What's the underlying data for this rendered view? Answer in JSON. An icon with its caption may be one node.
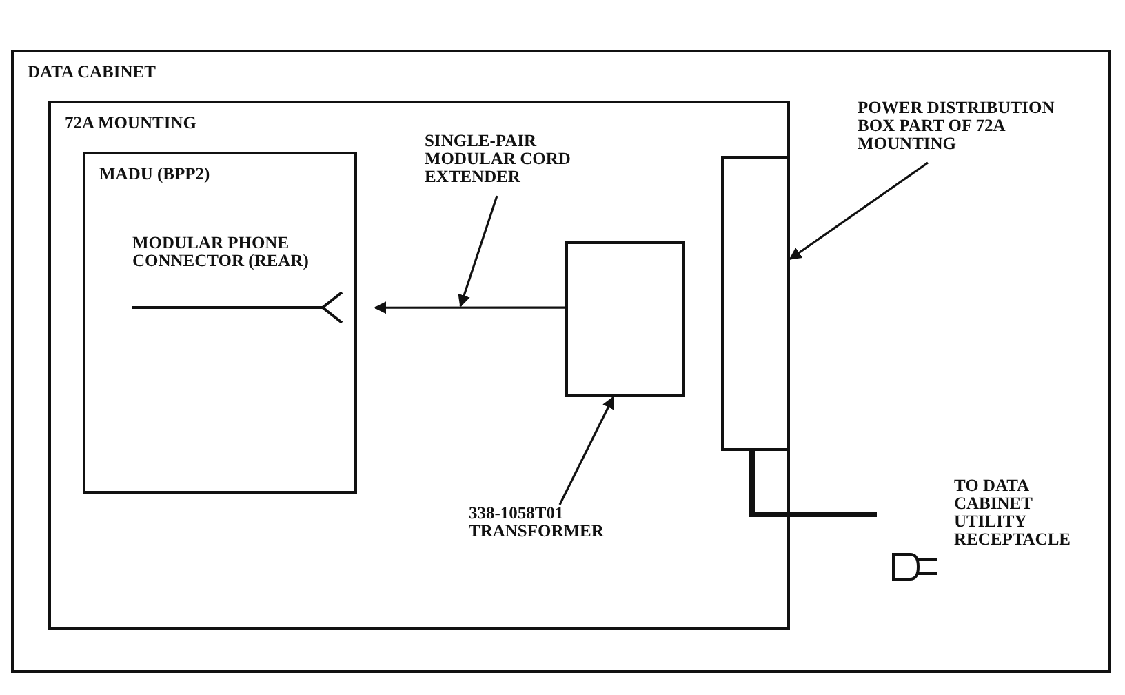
{
  "diagram": {
    "nodes": [
      {
        "text": [
          "DATA CABINET"
        ]
      },
      {
        "text": [
          "72A MOUNTING"
        ],
        "in": 0
      },
      {
        "text": [
          "MADU (BPP2)"
        ],
        "in": 1
      },
      {
        "text": [
          "MODULAR PHONE CONNECTOR (REAR)"
        ],
        "in": 2
      },
      {
        "text": [
          "SINGLE-PAIR MODULAR CORD EXTENDER"
        ],
        "in": 1
      },
      {
        "text": [],
        "shape": "box",
        "in": 1
      },
      {
        "text": [
          "338-1058T01 TRANSFORMER"
        ],
        "in": 1
      },
      {
        "text": [],
        "shape": "box",
        "in": 1
      },
      {
        "text": [
          "POWER DISTRIBUTION BOX PART OF 72A MOUNTING"
        ],
        "in": 0
      },
      {
        "text": [],
        "shape": "picture",
        "in": 0
      },
      {
        "text": [
          "TO DATA CABINET UTILITY RECEPTACLE"
        ],
        "in": 0
      }
    ],
    "edges": [
      {
        "from": 5,
        "to": 3,
        "arrow": "to"
      },
      {
        "from": 4,
        "to": null,
        "arrow": "to"
      },
      {
        "from": 6,
        "to": 5,
        "arrow": "to"
      },
      {
        "from": 8,
        "to": 7,
        "arrow": "to"
      },
      {
        "from": 7,
        "to": 9,
        "arrow": "none",
        "style": "thick"
      }
    ]
  }
}
